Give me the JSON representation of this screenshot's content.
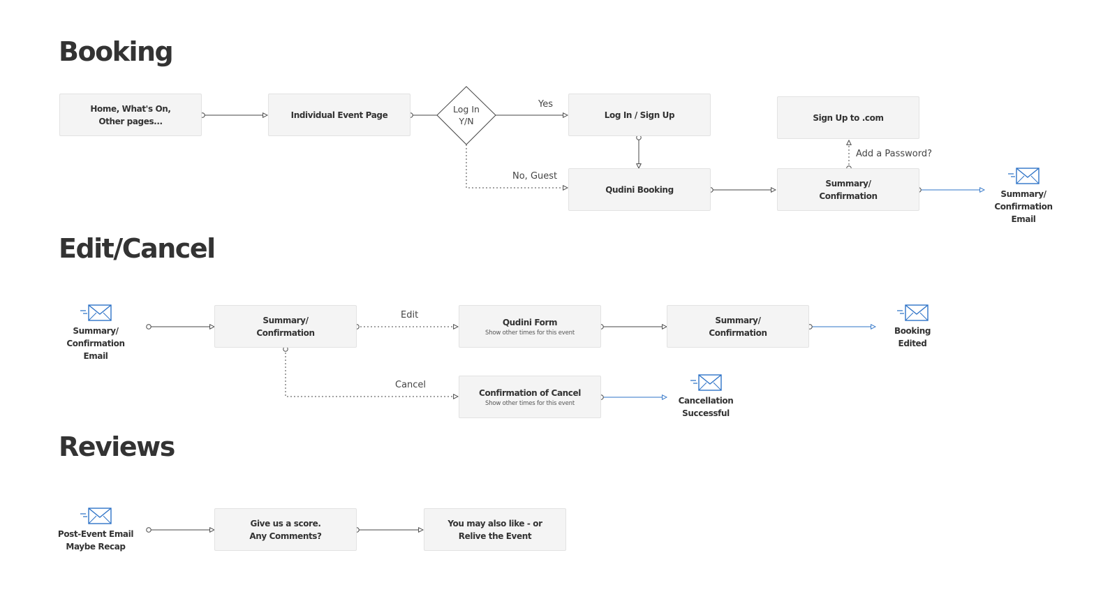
{
  "sections": {
    "booking": "Booking",
    "edit_cancel": "Edit/Cancel",
    "reviews": "Reviews"
  },
  "booking": {
    "home": "Home, What's On,\nOther pages...",
    "event_page": "Individual Event Page",
    "decision_line1": "Log In",
    "decision_line2": "Y/N",
    "yes": "Yes",
    "no_guest": "No, Guest",
    "login": "Log In / Sign Up",
    "signup_com": "Sign Up to .com",
    "add_password": "Add a Password?",
    "qudini_booking": "Qudini Booking",
    "summary": "Summary/\nConfirmation",
    "email": "Summary/\nConfirmation Email"
  },
  "edit_cancel": {
    "email_in": "Summary/\nConfirmation Email",
    "summary": "Summary/\nConfirmation",
    "edit": "Edit",
    "cancel": "Cancel",
    "qudini_form": "Qudini Form",
    "qudini_form_sub": "Show other times for this event",
    "summary2": "Summary/\nConfirmation",
    "booking_edited": "Booking\nEdited",
    "confirm_cancel": "Confirmation of Cancel",
    "confirm_cancel_sub": "Show other times for this event",
    "cancel_success": "Cancellation\nSuccessful"
  },
  "reviews": {
    "email": "Post-Event Email\nMaybe Recap",
    "score": "Give us a score.\nAny Comments?",
    "also_like": "You may also like - or\nRelive the Event"
  },
  "colors": {
    "line": "#444444",
    "email_blue": "#2e73c7",
    "node_fill": "#f4f4f4"
  }
}
